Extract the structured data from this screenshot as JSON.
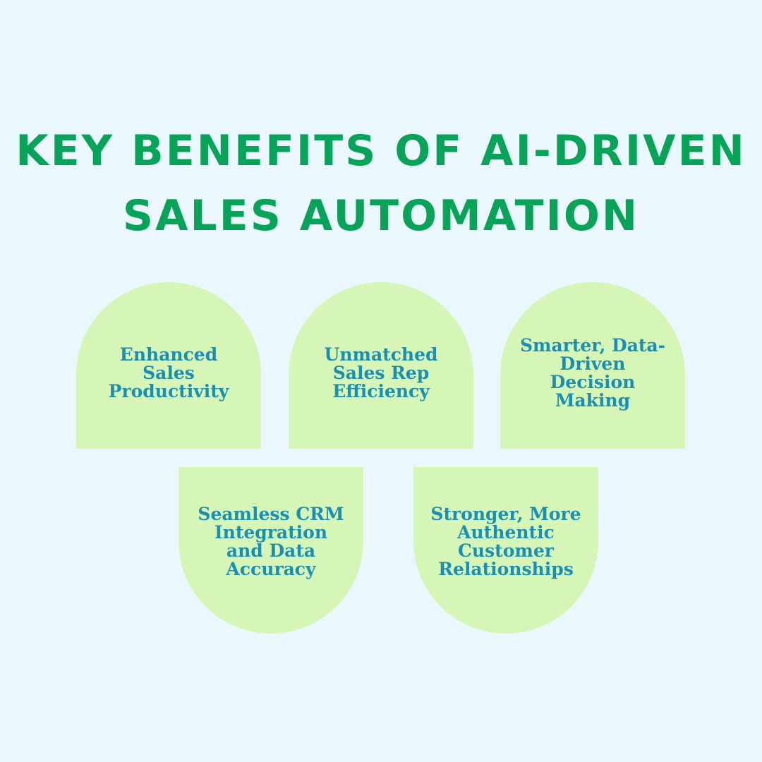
{
  "title": {
    "line1": "KEY BENEFITS OF AI-DRIVEN",
    "line2": "SALES AUTOMATION"
  },
  "benefits": [
    {
      "label": "Enhanced\nSales\nProductivity"
    },
    {
      "label": "Unmatched\nSales Rep\nEfficiency"
    },
    {
      "label": "Smarter, Data-\nDriven\nDecision\nMaking"
    },
    {
      "label": "Seamless CRM\nIntegration\nand Data\nAccuracy"
    },
    {
      "label": "Stronger, More\nAuthentic\nCustomer\nRelationships"
    }
  ],
  "colors": {
    "background": "#eaf8fd",
    "title": "#07a358",
    "card_fill": "#d6f6b7",
    "card_text": "#1a8fb3"
  }
}
